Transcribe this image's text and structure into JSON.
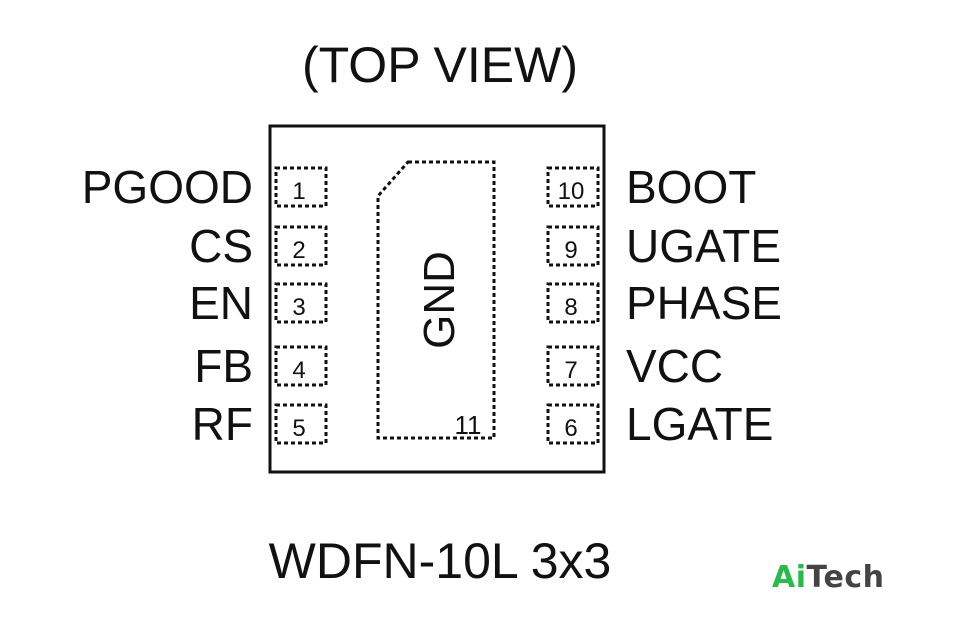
{
  "title": "(TOP VIEW)",
  "package": "WDFN-10L  3x3",
  "pad": {
    "label": "GND",
    "number": "11"
  },
  "left_pins": [
    {
      "number": "1",
      "name": "PGOOD"
    },
    {
      "number": "2",
      "name": "CS"
    },
    {
      "number": "3",
      "name": "EN"
    },
    {
      "number": "4",
      "name": "FB"
    },
    {
      "number": "5",
      "name": "RF"
    }
  ],
  "right_pins": [
    {
      "number": "10",
      "name": "BOOT"
    },
    {
      "number": "9",
      "name": "UGATE"
    },
    {
      "number": "8",
      "name": "PHASE"
    },
    {
      "number": "7",
      "name": "VCC"
    },
    {
      "number": "6",
      "name": "LGATE"
    }
  ],
  "watermark": {
    "ai": "Ai",
    "tech": "Tech",
    "ai_color": "#2db84d",
    "tech_color": "#444444"
  }
}
